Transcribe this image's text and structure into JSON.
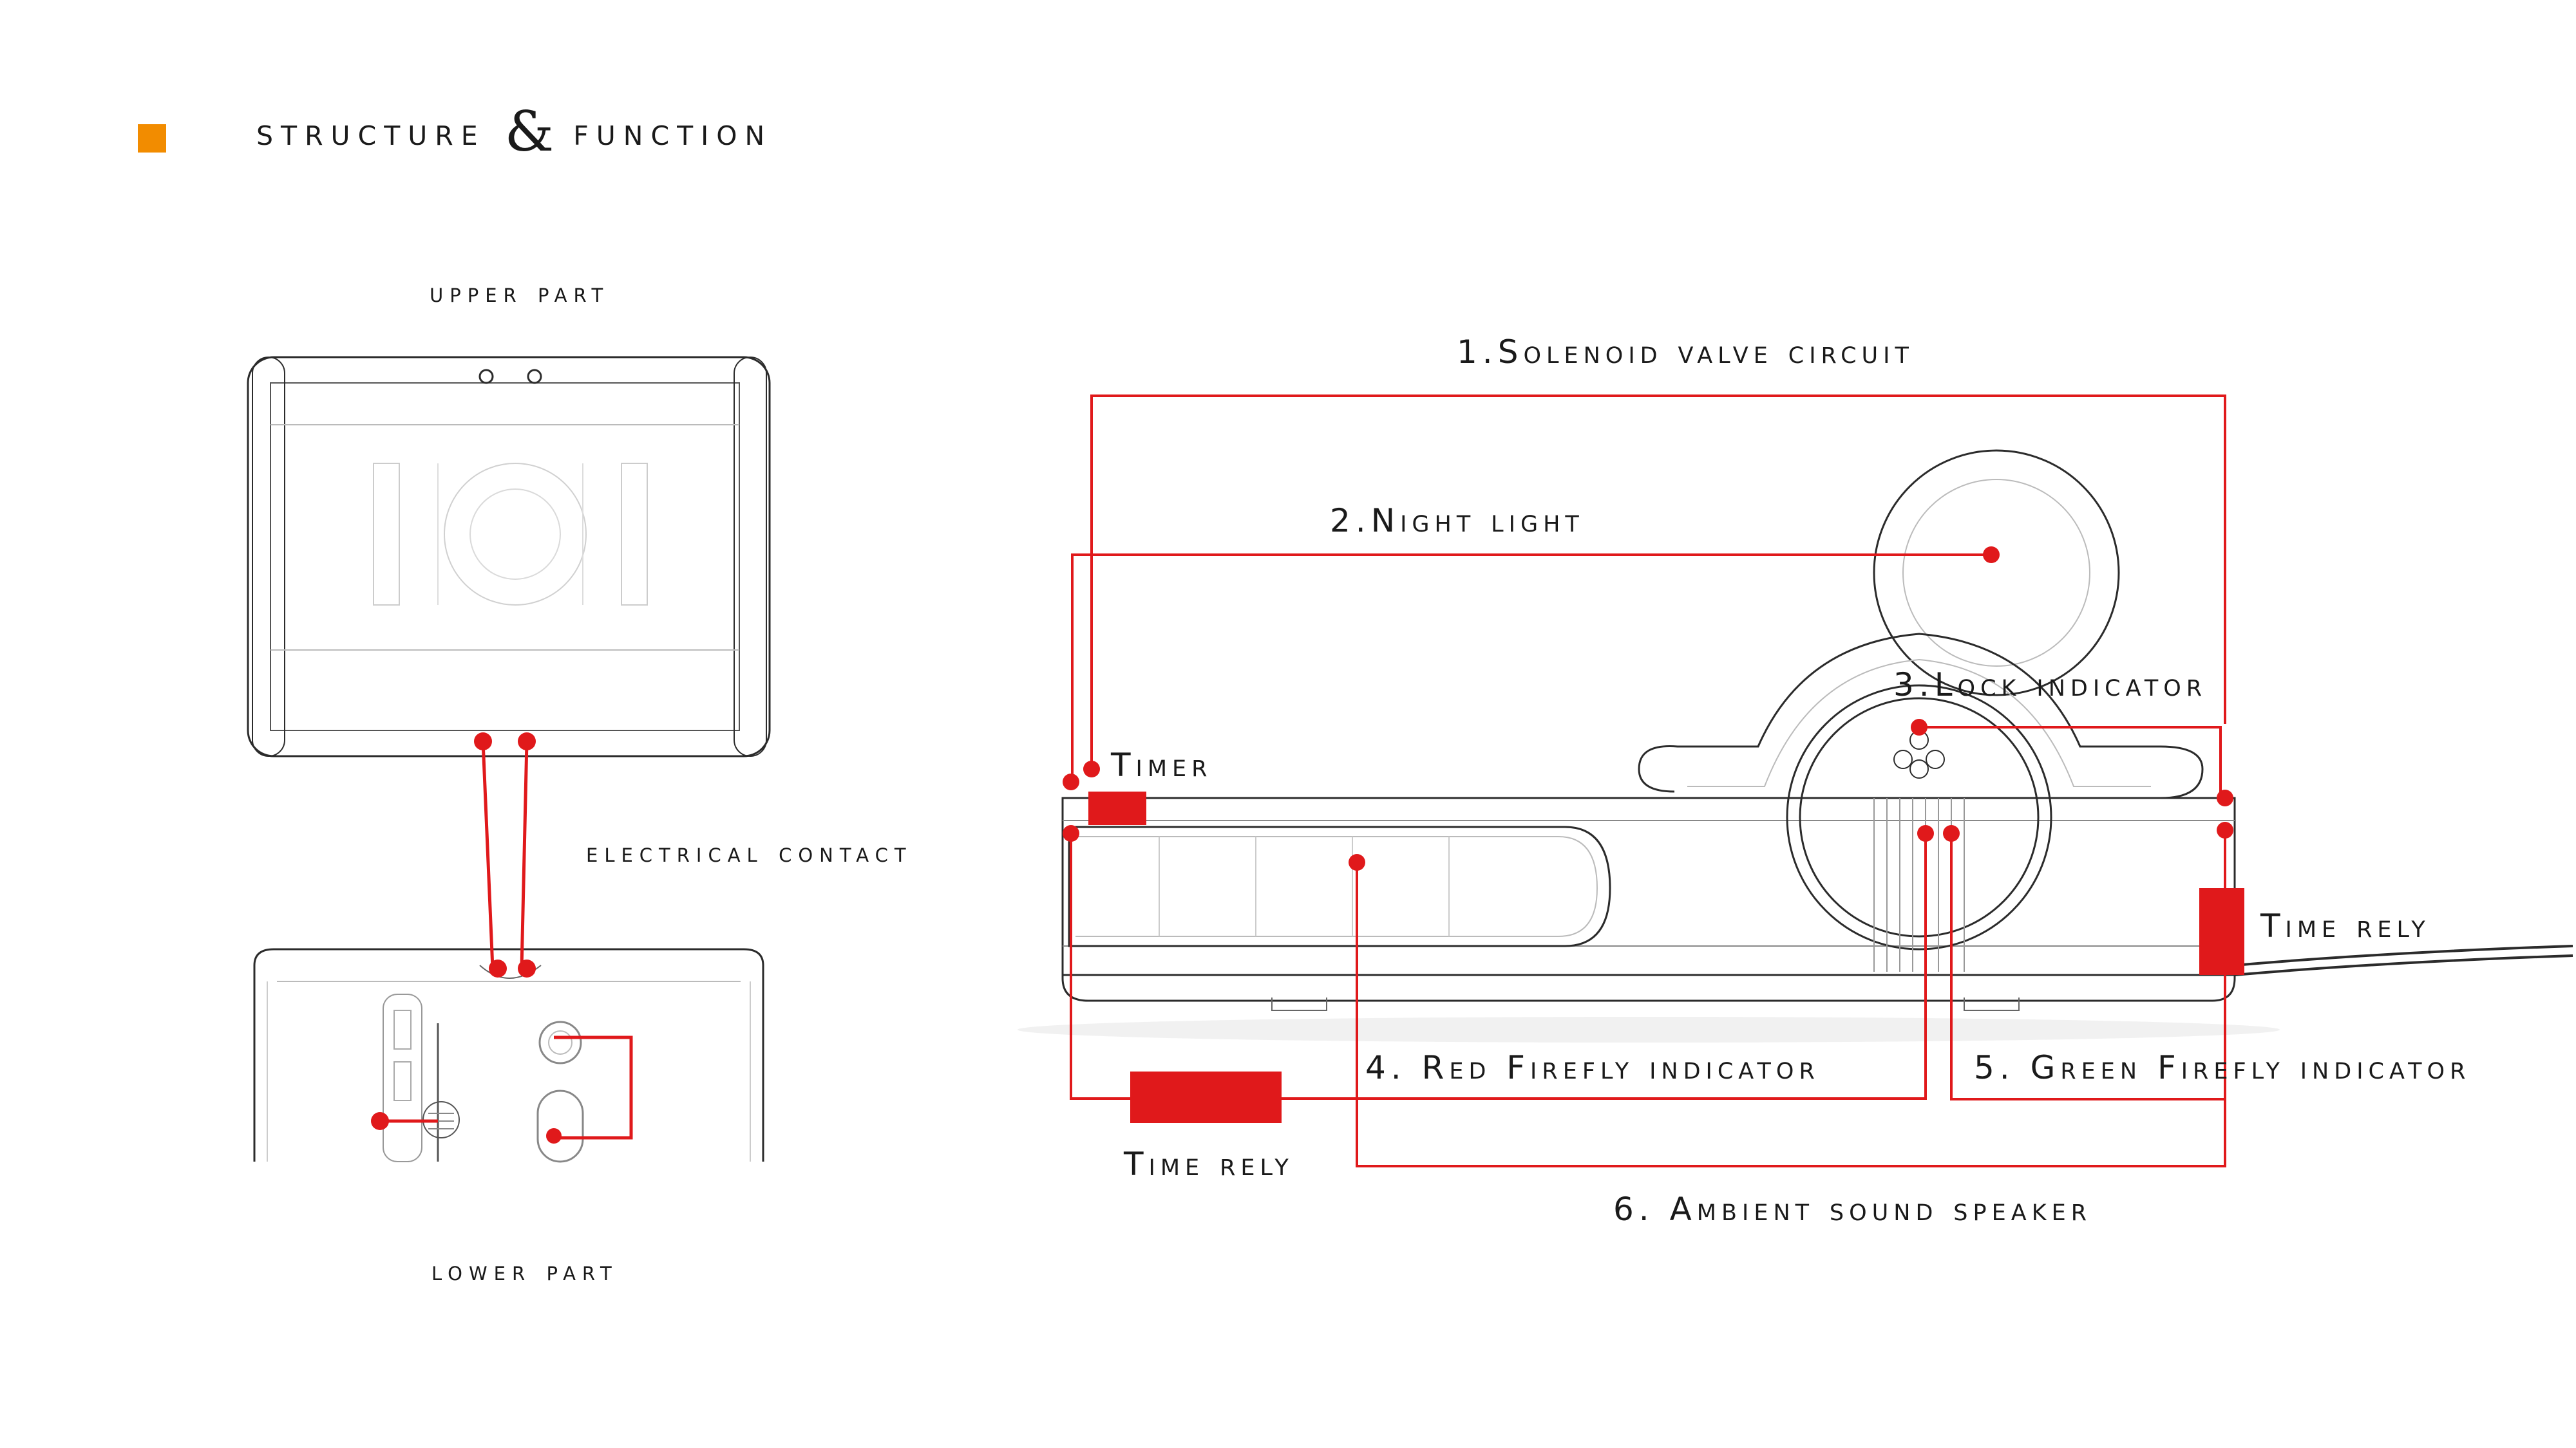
{
  "header": {
    "title_part1": "STRUCTURE",
    "ampersand": "&",
    "title_part2": "FUNCTION",
    "accent_color": "#f28c00"
  },
  "left_panel": {
    "upper_label": "UPPER PART",
    "contact_label": "ELECTRICAL CONTACT",
    "lower_label": "LOWER PART"
  },
  "callouts": {
    "solenoid": "1.Solenoid valve circuit",
    "night_light": "2.Night light",
    "lock_indicator": "3.Lock indicator",
    "timer": "Timer",
    "time_rely_right": "Time rely",
    "time_rely_bottom": "Time rely",
    "red_firefly": "4. Red Firefly indicator",
    "green_firefly": "5. Green Firefly indicator",
    "ambient_speaker": "6. Ambient sound speaker"
  },
  "colors": {
    "wire": "#e0191b",
    "outline": "#2b2b2b",
    "ghost": "#c8c8c8"
  }
}
